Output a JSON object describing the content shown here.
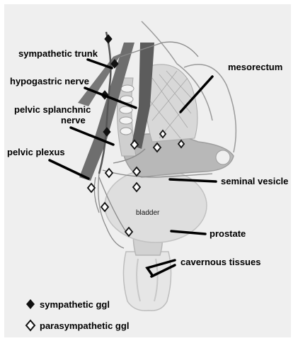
{
  "labels": {
    "sympathetic_trunk": "sympathetic trunk",
    "hypogastric_nerve": "hypogastric nerve",
    "pelvic_splanchnic_line1": "pelvic splanchnic",
    "pelvic_splanchnic_line2": "nerve",
    "pelvic_plexus": "pelvic plexus",
    "mesorectum": "mesorectum",
    "seminal_vesicle": "seminal vesicle",
    "bladder": "bladder",
    "prostate": "prostate",
    "cavernous_tissues": "cavernous tissues"
  },
  "legend": {
    "sympathetic": "sympathetic ggl",
    "parasympathetic": "parasympathetic ggl"
  },
  "colors": {
    "background": "#f0f0f0",
    "organ_light": "#dcdcdc",
    "organ_mid": "#b4b4b4",
    "nerve_dark": "#5a5a5a",
    "nerve_mid": "#8a8a8a",
    "line": "#000000"
  }
}
